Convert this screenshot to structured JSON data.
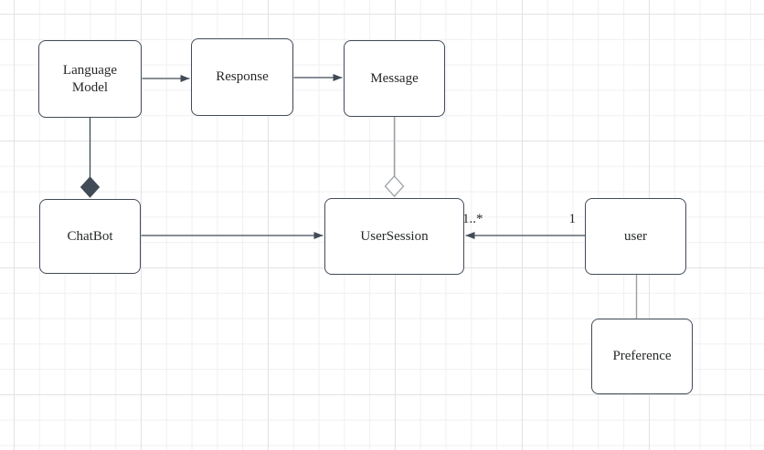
{
  "diagram": {
    "title": "chatbot-uml-class-diagram",
    "nodes": [
      {
        "id": "language-model",
        "label": "Language Model"
      },
      {
        "id": "response",
        "label": "Response"
      },
      {
        "id": "message",
        "label": "Message"
      },
      {
        "id": "chatbot",
        "label": "ChatBot"
      },
      {
        "id": "user-session",
        "label": "UserSession"
      },
      {
        "id": "user",
        "label": "user"
      },
      {
        "id": "preference",
        "label": "Preference"
      }
    ],
    "edges": [
      {
        "from": "Language Model",
        "to": "Response",
        "style": "directed-arrow"
      },
      {
        "from": "Response",
        "to": "Message",
        "style": "directed-arrow"
      },
      {
        "from": "Language Model",
        "to": "ChatBot",
        "style": "composition-filled-diamond"
      },
      {
        "from": "Message",
        "to": "UserSession",
        "style": "aggregation-hollow-diamond"
      },
      {
        "from": "ChatBot",
        "to": "UserSession",
        "style": "directed-arrow"
      },
      {
        "from": "user",
        "to": "UserSession",
        "style": "directed-arrow",
        "source_multiplicity": "1",
        "target_multiplicity": "1..*"
      },
      {
        "from": "user",
        "to": "Preference",
        "style": "plain-line"
      }
    ],
    "colors": {
      "node_border": "#414b57",
      "node_fill": "#ffffff",
      "edge_dark": "#414b57",
      "edge_light": "#9ba0a5",
      "text": "#26282a",
      "grid_minor": "#f0f0f0",
      "grid_major": "#e3e3e6",
      "background": "#ffffff"
    }
  }
}
